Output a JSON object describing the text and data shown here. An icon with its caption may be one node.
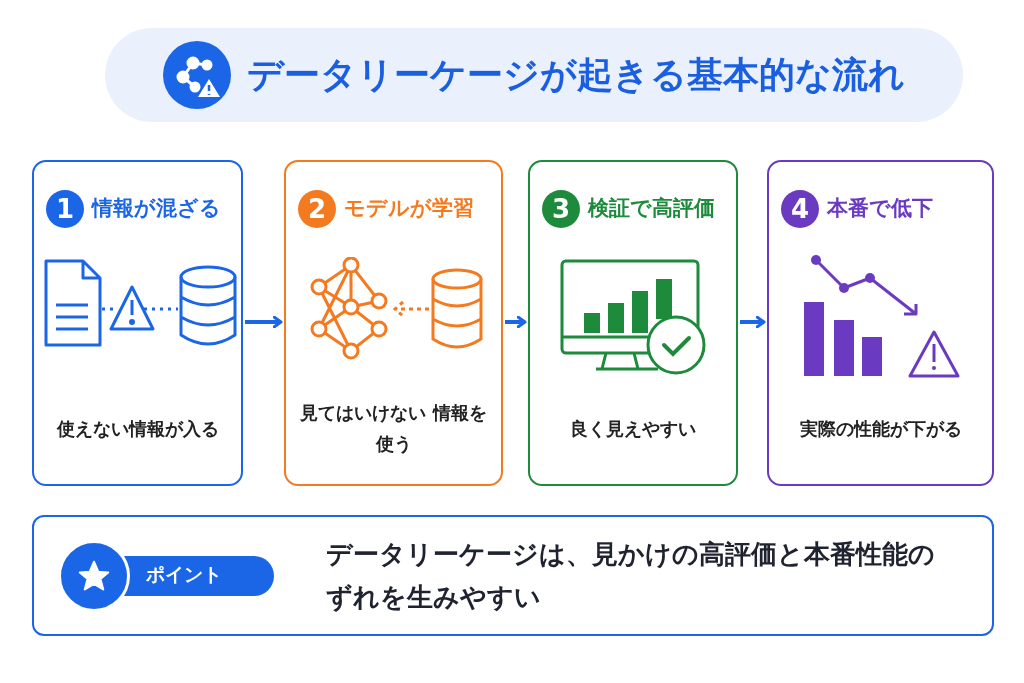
{
  "diagram": {
    "title": "データリーケージが起きる基本的な流れ",
    "nodes": [
      {
        "text": [
          "情報が混ざる",
          "使えない情報が入る"
        ]
      },
      {
        "text": [
          "1"
        ],
        "in": 0
      },
      {
        "text": [
          "モデルが学習",
          "見てはいけない 情報を使う"
        ]
      },
      {
        "text": [
          "2"
        ],
        "in": 2
      },
      {
        "text": [
          "検証で高評価",
          "良く見えやすい"
        ]
      },
      {
        "text": [
          "3"
        ],
        "in": 4
      },
      {
        "text": [
          "本番で低下",
          "実際の性能が下がる"
        ]
      },
      {
        "text": [
          "4"
        ],
        "in": 6
      },
      {
        "text": [
          "データリーケージは、見かけの高評価と本番性能のずれを生みやすい"
        ]
      },
      {
        "text": [
          "ポイント"
        ],
        "in": 8
      }
    ],
    "edges": [
      {
        "from": 0,
        "to": 2,
        "arrow": "to"
      },
      {
        "from": 2,
        "to": 4,
        "arrow": "to"
      },
      {
        "from": 4,
        "to": 6,
        "arrow": "to"
      }
    ]
  }
}
